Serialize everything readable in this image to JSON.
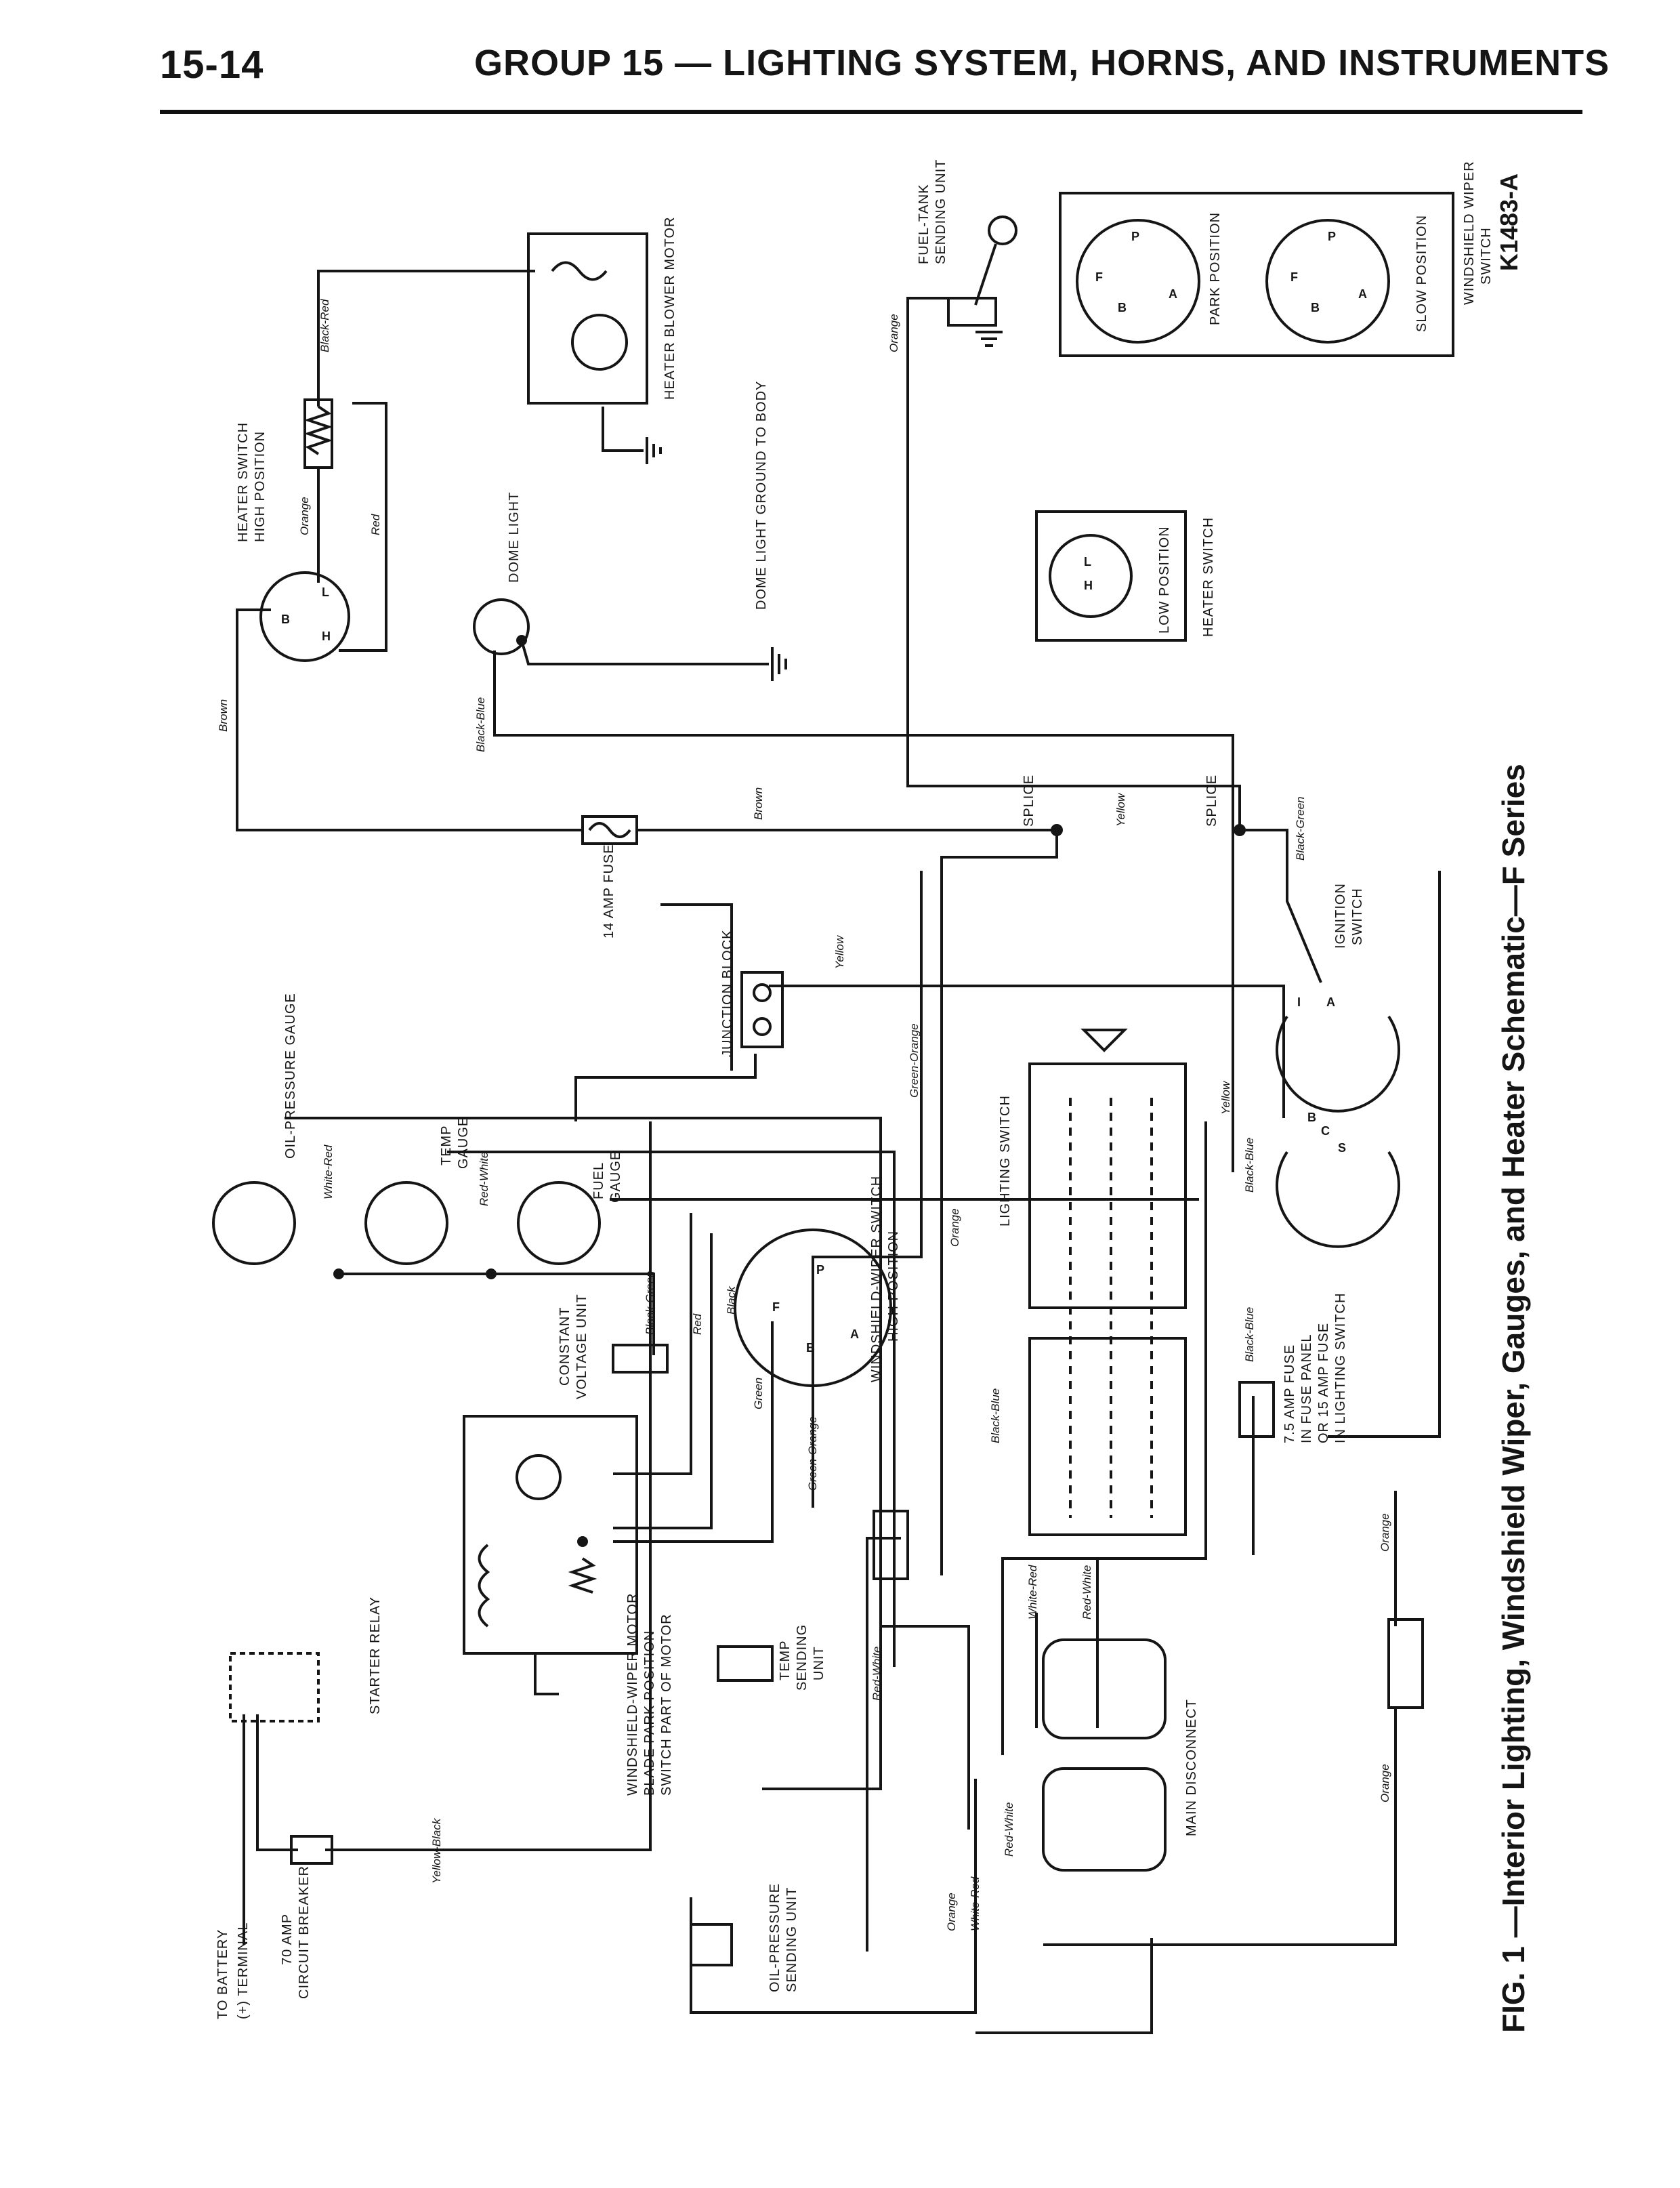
{
  "header": {
    "page_number": "15-14",
    "title": "GROUP 15 — LIGHTING SYSTEM, HORNS, AND INSTRUMENTS"
  },
  "figure": {
    "code": "K1483-A",
    "caption": "FIG. 1 —Interior Lighting, Windshield Wiper, Gauges, and Heater Schematic—F Series"
  },
  "labels": {
    "heater_switch_high": [
      "HEATER SWITCH",
      "HIGH POSITION"
    ],
    "heater_blower_motor": "HEATER BLOWER MOTOR",
    "dome_light": "DOME LIGHT",
    "dome_light_ground": "DOME LIGHT GROUND TO BODY",
    "fuel_tank_unit": [
      "FUEL-TANK",
      "SENDING UNIT"
    ],
    "park_position": "PARK POSITION",
    "slow_position": "SLOW POSITION",
    "windshield_wiper_switch": [
      "WINDSHIELD WIPER",
      "SWITCH"
    ],
    "low_position": "LOW POSITION",
    "heater_switch": "HEATER SWITCH",
    "fuse_14": "14 AMP FUSE",
    "splice": "SPLICE",
    "ignition_switch": [
      "IGNITION",
      "SWITCH"
    ],
    "junction_block": "JUNCTION BLOCK",
    "oil_pressure_gauge": "OIL-PRESSURE GAUGE",
    "temp_gauge": [
      "TEMP",
      "GAUGE"
    ],
    "fuel_gauge": [
      "FUEL",
      "GAUGE"
    ],
    "constant_voltage_unit": [
      "CONSTANT",
      "VOLTAGE UNIT"
    ],
    "wiper_switch_high": [
      "WINDSHIELD-WIPER SWITCH",
      "HIGH POSITION"
    ],
    "lighting_switch": "LIGHTING SWITCH",
    "fuse_7_5": [
      "7.5 AMP FUSE",
      "IN FUSE PANEL",
      "OR 15 AMP FUSE",
      "IN LIGHTING SWITCH"
    ],
    "wiper_motor": [
      "WINDSHIELD-WIPER MOTOR",
      "BLADE PARK POSITION",
      "SWITCH PART OF MOTOR"
    ],
    "starter_relay": "STARTER RELAY",
    "temp_sending_unit": [
      "TEMP",
      "SENDING",
      "UNIT"
    ],
    "main_disconnect": "MAIN DISCONNECT",
    "to_battery": [
      "TO BATTERY",
      "(+) TERMINAL"
    ],
    "circuit_breaker": [
      "70 AMP",
      "CIRCUIT BREAKER"
    ],
    "oil_pressure_unit": [
      "OIL-PRESSURE",
      "SENDING UNIT"
    ]
  },
  "wires": {
    "black_red": "Black-Red",
    "orange": "Orange",
    "red": "Red",
    "brown": "Brown",
    "black_blue": "Black-Blue",
    "yellow": "Yellow",
    "black_green": "Black-Green",
    "green_orange": "Green-Orange",
    "white_red": "White-Red",
    "red_white": "Red-White",
    "black": "Black",
    "green": "Green",
    "yellow_black": "Yellow-Black"
  },
  "pins": {
    "F": "F",
    "P": "P",
    "B": "B",
    "A": "A",
    "L": "L",
    "H": "H",
    "C": "C",
    "S": "S",
    "I": "I"
  }
}
